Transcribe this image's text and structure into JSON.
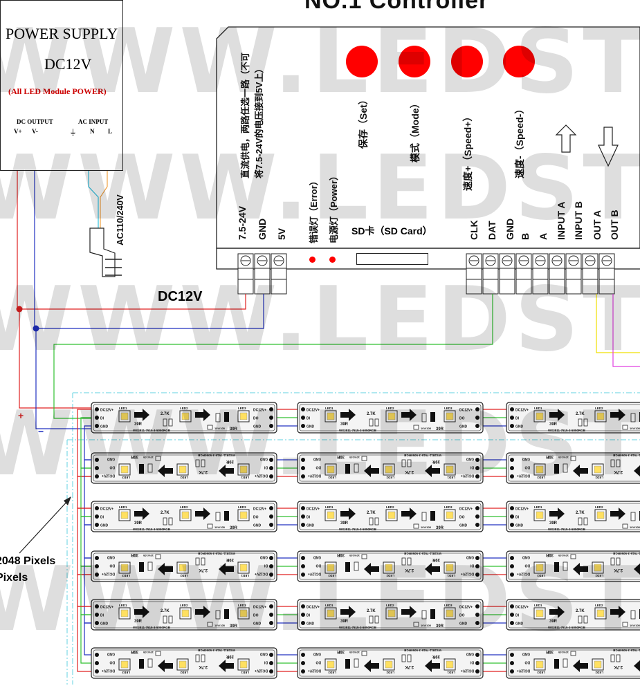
{
  "controller": {
    "title": "NO.1 Controller",
    "buttons": [
      {
        "label": "保存（Set）"
      },
      {
        "label": "模式（Mode）"
      },
      {
        "label": "速度+（Speed+）"
      },
      {
        "label": "速度-（Speed-）"
      }
    ],
    "power_note_line1": "直流供电，两路任选一路（不可",
    "power_note_line2": "将7.5-24V的电压接到5V上）",
    "indicator_error": "错误灯（Error）",
    "indicator_power": "电源灯（Power）",
    "sd_card": "SD卡（SD Card）",
    "power_terminals": [
      "7.5-24V",
      "GND",
      "5V"
    ],
    "signal_terminals": [
      "CLK",
      "DAT",
      "GND",
      "B",
      "A",
      "INPUT A",
      "INPUT B",
      "OUT A",
      "OUT B"
    ]
  },
  "power_supply": {
    "title": "POWER SUPPLY",
    "voltage": "DC12V",
    "note": "(All LED Module POWER)",
    "dc_output": "DC OUTPUT",
    "ac_input": "AC INPUT",
    "terminals": [
      "V+",
      "V-",
      "⏚",
      "N",
      "L"
    ],
    "ac_label": "AC110/240V"
  },
  "wiring": {
    "dc_label": "DC12V",
    "plus": "+",
    "minus": "−"
  },
  "pixels_note": {
    "line1": "2048 Pixels",
    "line2": "Pixels"
  },
  "led_module": {
    "ic_text": "WS2811-7515-3-5050RGB",
    "pins_in": [
      "DC12V+",
      "DI",
      "GND"
    ],
    "pins_out": [
      "DC12V+",
      "DO",
      "GND"
    ],
    "led_labels": [
      "LED1",
      "LED2",
      "LED3"
    ],
    "resistor_labels": [
      "39R",
      "2.7K",
      "39R"
    ],
    "ic_label": "10V/105"
  },
  "watermark": "WWW.LEDST",
  "colors": {
    "button_red": "#ff0000",
    "wire_red": "#e02020",
    "wire_blue": "#2030c0",
    "wire_green": "#30c030",
    "wire_yellow": "#f0e000",
    "wire_magenta": "#e040e0",
    "wire_cyan": "#30c0e0",
    "guide_cyan": "#60d0e0"
  }
}
